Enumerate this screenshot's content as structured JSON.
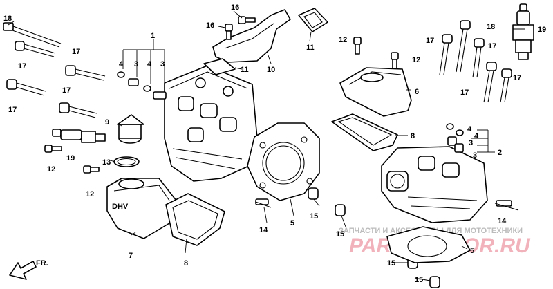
{
  "callouts": {
    "n1": "1",
    "n2": "2",
    "n3": "3",
    "n4": "4",
    "n5": "5",
    "n6": "6",
    "n7": "7",
    "n8": "8",
    "n9": "9",
    "n10": "10",
    "n11": "11",
    "n12": "12",
    "n13": "13",
    "n14": "14",
    "n15": "15",
    "n16": "16",
    "n17": "17",
    "n18": "18",
    "n19": "19"
  },
  "watermark": {
    "caption": "ЗАПЧАСТИ И АКСЕССУАРЫ ДЛЯ МОТОТЕХНИКИ",
    "logo": "PARTSMOTOR.RU",
    "color": "#d9233c"
  },
  "front_label": "FR.",
  "cover_text": "DHV"
}
